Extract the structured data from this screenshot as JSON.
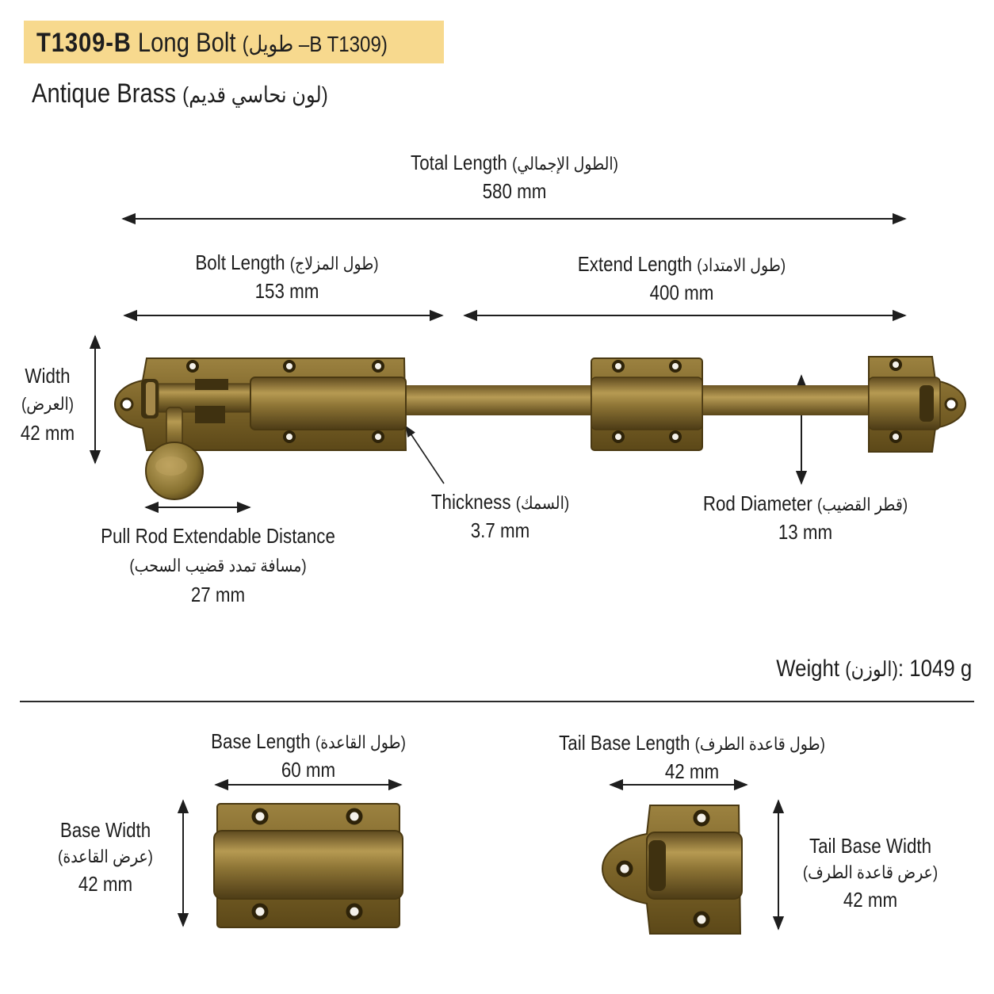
{
  "header": {
    "model_code": "T1309-B",
    "product_name": "Long Bolt",
    "product_name_ar": "(طويل –B T1309)",
    "finish": "Antique Brass",
    "finish_ar": "(لون نحاسي قديم)",
    "banner_color": "#f7d98e"
  },
  "dimensions": {
    "total_length": {
      "label": "Total Length",
      "label_ar": "(الطول الإجمالي)",
      "value": "580 mm"
    },
    "bolt_length": {
      "label": "Bolt Length",
      "label_ar": "(طول المزلاج)",
      "value": "153 mm"
    },
    "extend_length": {
      "label": "Extend Length",
      "label_ar": "(طول الامتداد)",
      "value": "400 mm"
    },
    "width": {
      "label": "Width",
      "label_ar": "(العرض)",
      "value": "42 mm"
    },
    "thickness": {
      "label": "Thickness",
      "label_ar": "(السمك)",
      "value": "3.7 mm"
    },
    "rod_diameter": {
      "label": "Rod Diameter",
      "label_ar": "(قطر القضيب)",
      "value": "13 mm"
    },
    "pull_rod": {
      "label": "Pull Rod Extendable Distance",
      "label_ar": "(مسافة تمدد قضيب السحب)",
      "value": "27 mm"
    }
  },
  "weight": {
    "label": "Weight",
    "label_ar": "(الوزن)",
    "value": "1049 g"
  },
  "base": {
    "length": {
      "label": "Base Length",
      "label_ar": "(طول القاعدة)",
      "value": "60 mm"
    },
    "width": {
      "label": "Base Width",
      "label_ar": "(عرض القاعدة)",
      "value": "42 mm"
    }
  },
  "tail_base": {
    "length": {
      "label": "Tail Base Length",
      "label_ar": "(طول قاعدة الطرف)",
      "value": "42 mm"
    },
    "width": {
      "label": "Tail Base Width",
      "label_ar": "(عرض قاعدة الطرف)",
      "value": "42 mm"
    }
  },
  "colors": {
    "brass_dark": "#5e4a1f",
    "brass_mid": "#8d7435",
    "brass_light": "#b89c55"
  }
}
